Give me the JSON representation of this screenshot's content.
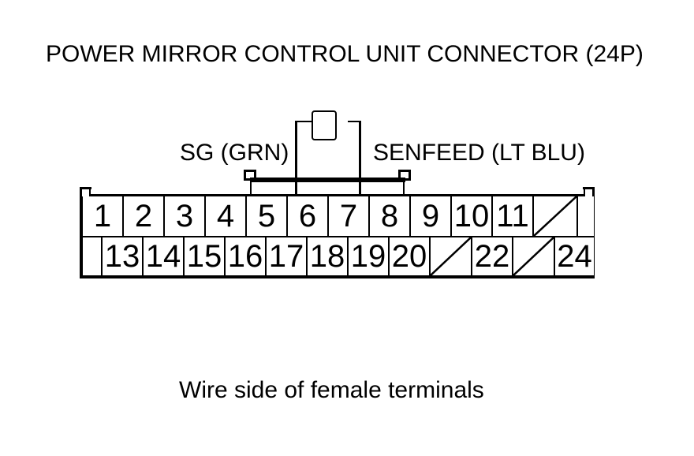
{
  "title": "POWER MIRROR CONTROL UNIT CONNECTOR (24P)",
  "pin_labels": {
    "left": "SG (GRN)",
    "right": "SENFEED (LT BLU)"
  },
  "caption": "Wire side of female terminals",
  "connector": {
    "top_row": {
      "cells": [
        {
          "pin": "1"
        },
        {
          "pin": "2"
        },
        {
          "pin": "3"
        },
        {
          "pin": "4"
        },
        {
          "pin": "5"
        },
        {
          "pin": "6"
        },
        {
          "pin": "7"
        },
        {
          "pin": "8"
        },
        {
          "pin": "9"
        },
        {
          "pin": "10"
        },
        {
          "pin": "11"
        },
        {
          "pin": "",
          "blocked": true
        },
        {
          "pin": "",
          "spacer": true
        }
      ]
    },
    "bottom_row": {
      "cells": [
        {
          "pin": "",
          "spacer": true
        },
        {
          "pin": "13"
        },
        {
          "pin": "14"
        },
        {
          "pin": "15"
        },
        {
          "pin": "16"
        },
        {
          "pin": "17"
        },
        {
          "pin": "18"
        },
        {
          "pin": "19"
        },
        {
          "pin": "20"
        },
        {
          "pin": "",
          "blocked": true
        },
        {
          "pin": "22"
        },
        {
          "pin": "",
          "blocked": true
        },
        {
          "pin": "24"
        }
      ]
    }
  }
}
